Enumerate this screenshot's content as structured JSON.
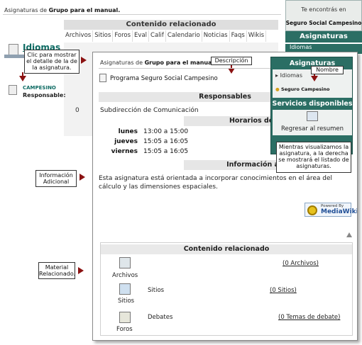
{
  "background": {
    "breadcrumb_prefix": "Asignaturas de",
    "breadcrumb_group": "Grupo para el manual.",
    "related_title": "Contenido relacionado",
    "columns": [
      "Archivos",
      "Sitios",
      "Foros",
      "Eval",
      "Calif",
      "Calendario",
      "Noticias",
      "Faqs",
      "Wikis"
    ],
    "cell_value": "0",
    "subject_title": "Idiomas",
    "subject2": "CAMPESINO",
    "responsable_label": "Responsable:",
    "side_greeting": "Te encontrás en",
    "side_location": "Seguro Social Campesino",
    "side_heading": "Asignaturas",
    "side_item": "Idiomas"
  },
  "callouts": {
    "click_detail": "Clic para mostrar el detalle de la de la asignatura.",
    "descripcion": "Descripción",
    "nombre": "Nombre",
    "info_adicional": "Información Adicional",
    "material": "Material Relacionado.",
    "while_viewing": "Mientras visualizamos la asignatura, a la derecha se mostrará el listado de asignaturas."
  },
  "panel": {
    "breadcrumb_prefix": "Asignaturas de",
    "breadcrumb_group": "Grupo para el manual.",
    "program": "Programa Seguro Social Campesino",
    "responsables_title": "Responsables",
    "responsable": "Subdirección de Comunicación",
    "horarios_title": "Horarios de cursado",
    "schedule": [
      {
        "day": "lunes",
        "time": "13:00 a 15:00"
      },
      {
        "day": "jueves",
        "time": "15:05 a 16:05"
      },
      {
        "day": "viernes",
        "time": "15:05 a 16:05"
      }
    ],
    "info_title": "Información adicional",
    "info_text": "Esta asignatura está orientada a incorporar conocimientos en el área del cálculo y las dimensiones espaciales.",
    "powered_by": "Powered By",
    "mediawiki": "MediaWiki",
    "related_title": "Contenido relacionado",
    "related": [
      {
        "label": "Archivos",
        "link": "(0 Archivos)"
      },
      {
        "label": "Sitios",
        "link": "(0 Sitios)"
      },
      {
        "label": "Debates",
        "link": "(0 Temas de debate)"
      }
    ],
    "foros_label": "Foros",
    "sitios_icon_label": "Sitios"
  },
  "right_column": {
    "asignaturas_title": "Asignaturas",
    "item1": "Idiomas",
    "item2": "Seguro Campesino",
    "servicios_title": "Servicios disponibles",
    "regresar": "Regresar al resumen"
  },
  "colors": {
    "teal": "#2b6e64",
    "arrow": "#8b1212"
  }
}
